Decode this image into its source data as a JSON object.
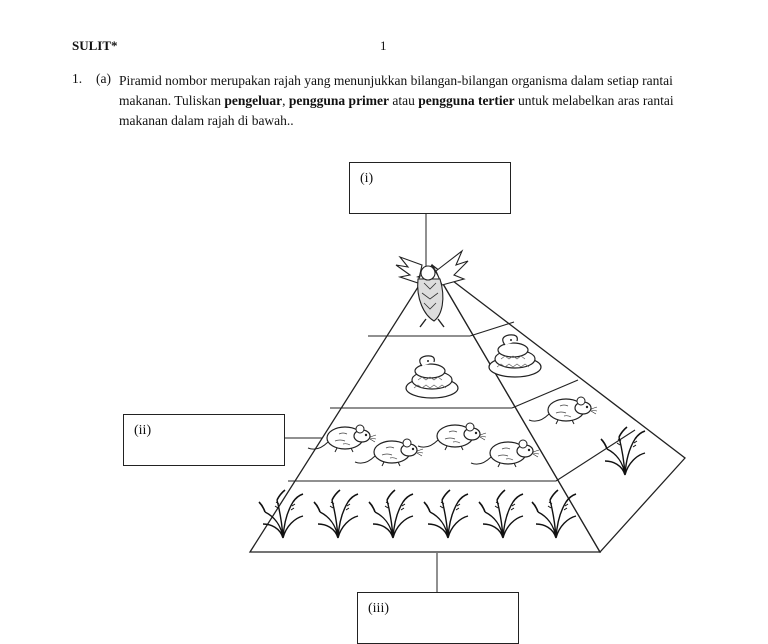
{
  "header": {
    "label": "SULIT*",
    "page_number": "1"
  },
  "question": {
    "number": "1.",
    "part": "(a)",
    "text_1": "Piramid nombor merupakan rajah yang menunjukkan bilangan-bilangan organisma dalam setiap rantai makanan. Tuliskan ",
    "term_1": "pengeluar",
    "sep_1": ", ",
    "term_2": "pengguna primer",
    "sep_2": " atau ",
    "term_3": "pengguna tertier",
    "text_2": " untuk melabelkan aras rantai makanan dalam rajah di bawah.."
  },
  "figure": {
    "labels": {
      "box_i": "(i)",
      "box_ii": "(ii)",
      "box_iii": "(iii)"
    },
    "levels": [
      {
        "organism": "eagle",
        "count": 1
      },
      {
        "organism": "snake",
        "count": 2
      },
      {
        "organism": "mouse",
        "count": 5
      },
      {
        "organism": "rice-plant",
        "count": 7
      }
    ]
  }
}
